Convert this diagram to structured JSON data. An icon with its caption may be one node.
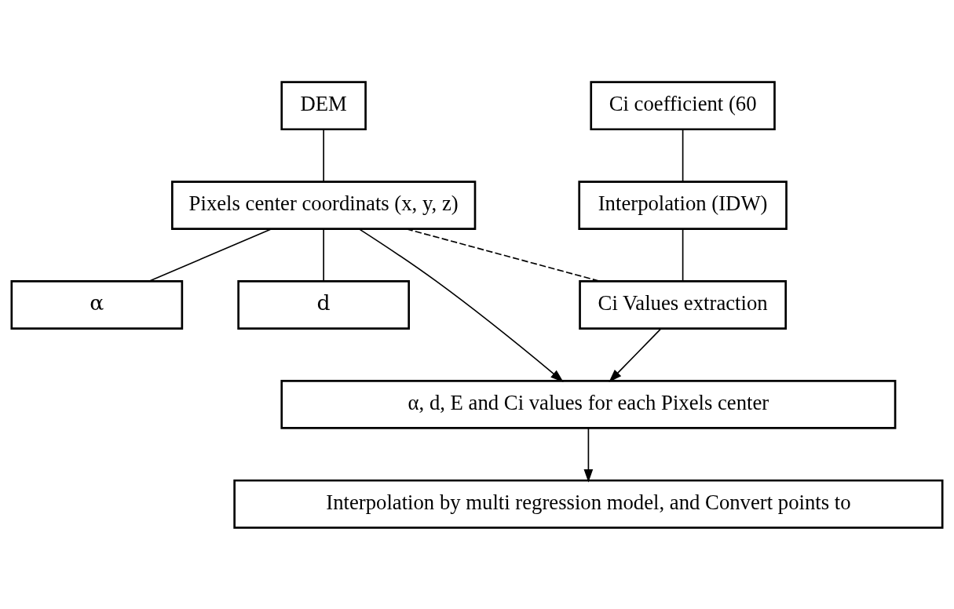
{
  "diagram": {
    "nodes": [
      {
        "text": [
          "DEM"
        ]
      },
      {
        "text": [
          "Ci coefficient (60"
        ]
      },
      {
        "text": [
          "Pixels center coordinats (x, y, z)"
        ]
      },
      {
        "text": [
          "Interpolation (IDW)"
        ]
      },
      {
        "text": [
          "α"
        ]
      },
      {
        "text": [
          "d"
        ]
      },
      {
        "text": [
          "Ci Values extraction"
        ]
      },
      {
        "text": [
          "α, d, E and Ci values for each Pixels center"
        ]
      },
      {
        "text": [
          "Interpolation by multi regression model, and Convert points to"
        ]
      }
    ],
    "edges": [
      {
        "from": 0,
        "to": 2,
        "arrow": "none"
      },
      {
        "from": 1,
        "to": 3,
        "arrow": "none"
      },
      {
        "from": 2,
        "to": 4,
        "arrow": "none"
      },
      {
        "from": 2,
        "to": 5,
        "arrow": "none"
      },
      {
        "from": 2,
        "to": 6,
        "arrow": "none",
        "style": "dashed"
      },
      {
        "from": 3,
        "to": 6,
        "arrow": "none"
      },
      {
        "from": 2,
        "to": 7,
        "arrow": "to"
      },
      {
        "from": 6,
        "to": 7,
        "arrow": "to"
      },
      {
        "from": 7,
        "to": 8,
        "arrow": "to"
      }
    ]
  }
}
